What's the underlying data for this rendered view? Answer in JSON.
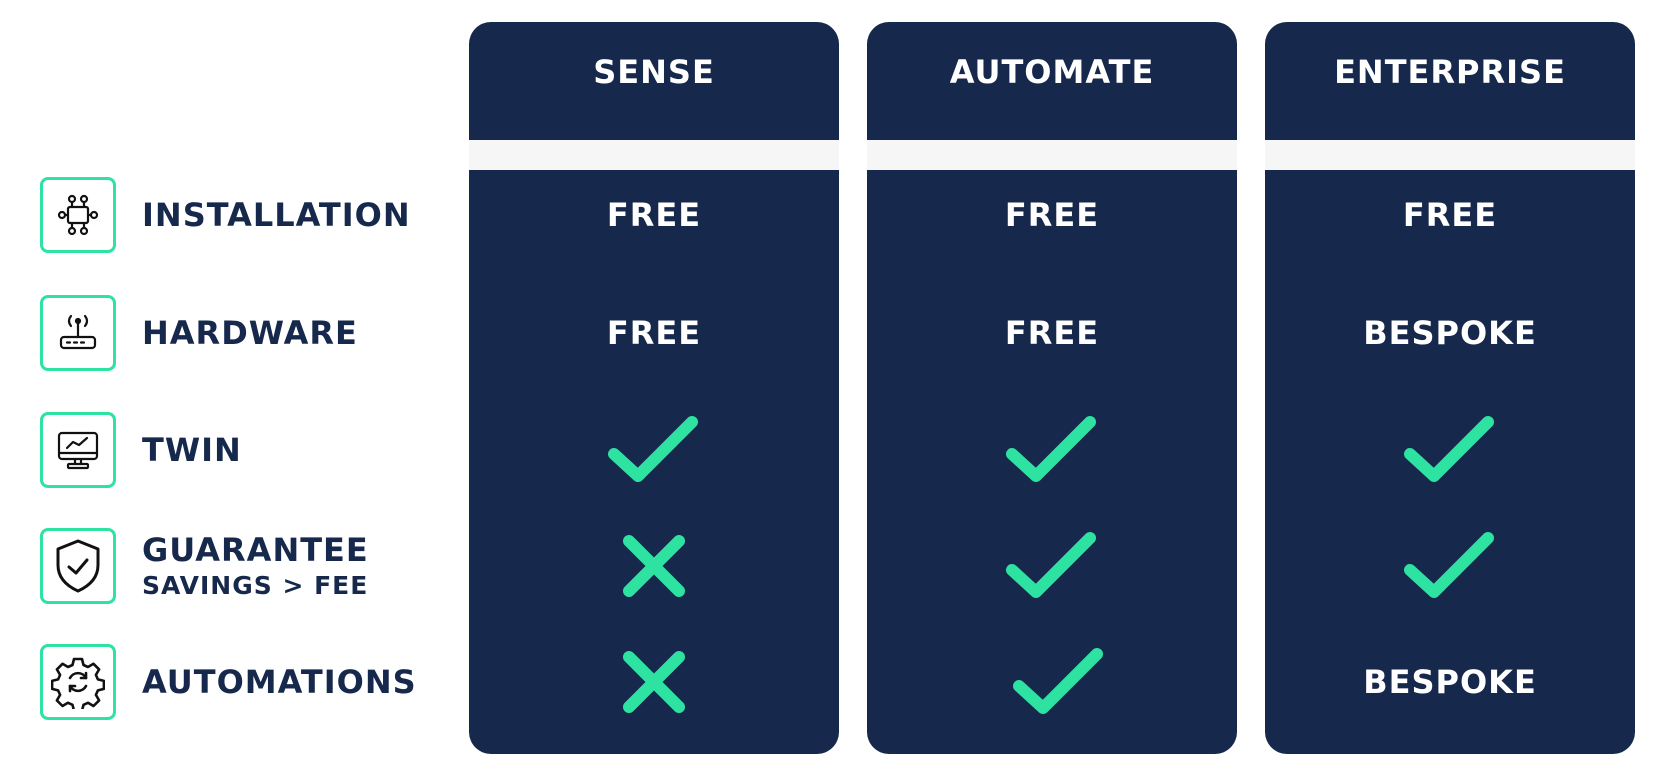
{
  "accent_color": "#2ee3a2",
  "column_color": "#16284b",
  "plans": [
    {
      "name": "SENSE"
    },
    {
      "name": "AUTOMATE"
    },
    {
      "name": "ENTERPRISE"
    }
  ],
  "features": [
    {
      "label": "INSTALLATION",
      "icon": "circuit-icon"
    },
    {
      "label": "HARDWARE",
      "icon": "router-icon"
    },
    {
      "label": "TWIN",
      "icon": "monitor-chart-icon"
    },
    {
      "label": "GUARANTEE",
      "sublabel": "SAVINGS > FEE",
      "icon": "shield-check-icon"
    },
    {
      "label": "AUTOMATIONS",
      "icon": "gear-refresh-icon"
    }
  ],
  "cells": [
    [
      {
        "type": "text",
        "text": "FREE"
      },
      {
        "type": "text",
        "text": "FREE"
      },
      {
        "type": "text",
        "text": "FREE"
      }
    ],
    [
      {
        "type": "text",
        "text": "FREE"
      },
      {
        "type": "text",
        "text": "FREE"
      },
      {
        "type": "text",
        "text": "BESPOKE"
      }
    ],
    [
      {
        "type": "check"
      },
      {
        "type": "check"
      },
      {
        "type": "check"
      }
    ],
    [
      {
        "type": "cross"
      },
      {
        "type": "check"
      },
      {
        "type": "check"
      }
    ],
    [
      {
        "type": "cross"
      },
      {
        "type": "check"
      },
      {
        "type": "text",
        "text": "BESPOKE"
      }
    ]
  ]
}
